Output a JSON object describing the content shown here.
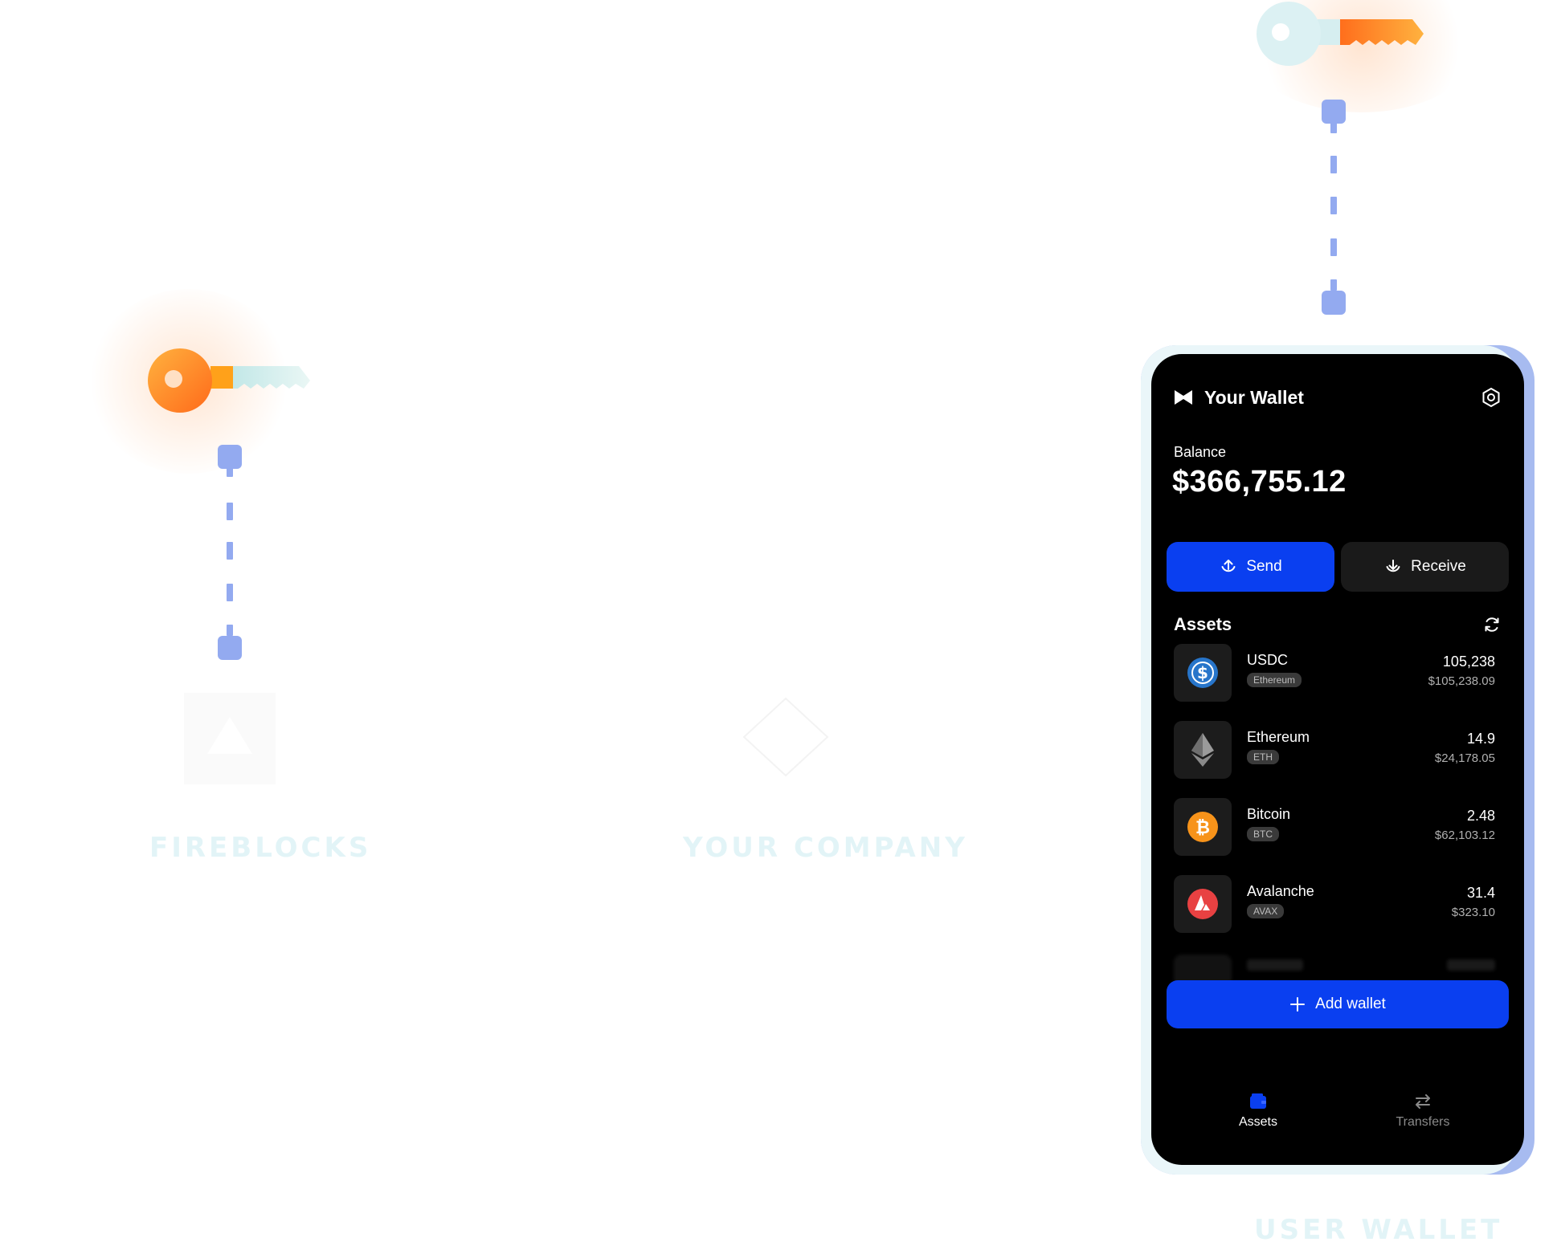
{
  "labels": {
    "fireblocks": "FIREBLOCKS",
    "company": "YOUR COMPANY",
    "user_wallet": "USER WALLET"
  },
  "wallet": {
    "title": "Your Wallet",
    "balance_label": "Balance",
    "balance": "$366,755.12",
    "send_label": "Send",
    "receive_label": "Receive",
    "assets_title": "Assets",
    "add_wallet_label": "Add wallet",
    "assets": [
      {
        "name": "USDC",
        "tag": "Ethereum",
        "quantity": "105,238",
        "usd": "$105,238.09",
        "icon": "usdc-icon",
        "color": "#2775ca"
      },
      {
        "name": "Ethereum",
        "tag": "ETH",
        "quantity": "14.9",
        "usd": "$24,178.05",
        "icon": "ethereum-icon",
        "color": "#8a8a8a"
      },
      {
        "name": "Bitcoin",
        "tag": "BTC",
        "quantity": "2.48",
        "usd": "$62,103.12",
        "icon": "bitcoin-icon",
        "color": "#f7931a"
      },
      {
        "name": "Avalanche",
        "tag": "AVAX",
        "quantity": "31.4",
        "usd": "$323.10",
        "icon": "avalanche-icon",
        "color": "#e84142"
      }
    ],
    "tabs": [
      {
        "label": "Assets",
        "icon": "wallet-icon",
        "active": true
      },
      {
        "label": "Transfers",
        "icon": "transfer-arrows-icon",
        "active": false
      }
    ]
  },
  "colors": {
    "accent": "#0a3ff0",
    "connector": "#93aaf0",
    "key_orange": "#f7931a",
    "key_teal": "#d3f0f0"
  }
}
